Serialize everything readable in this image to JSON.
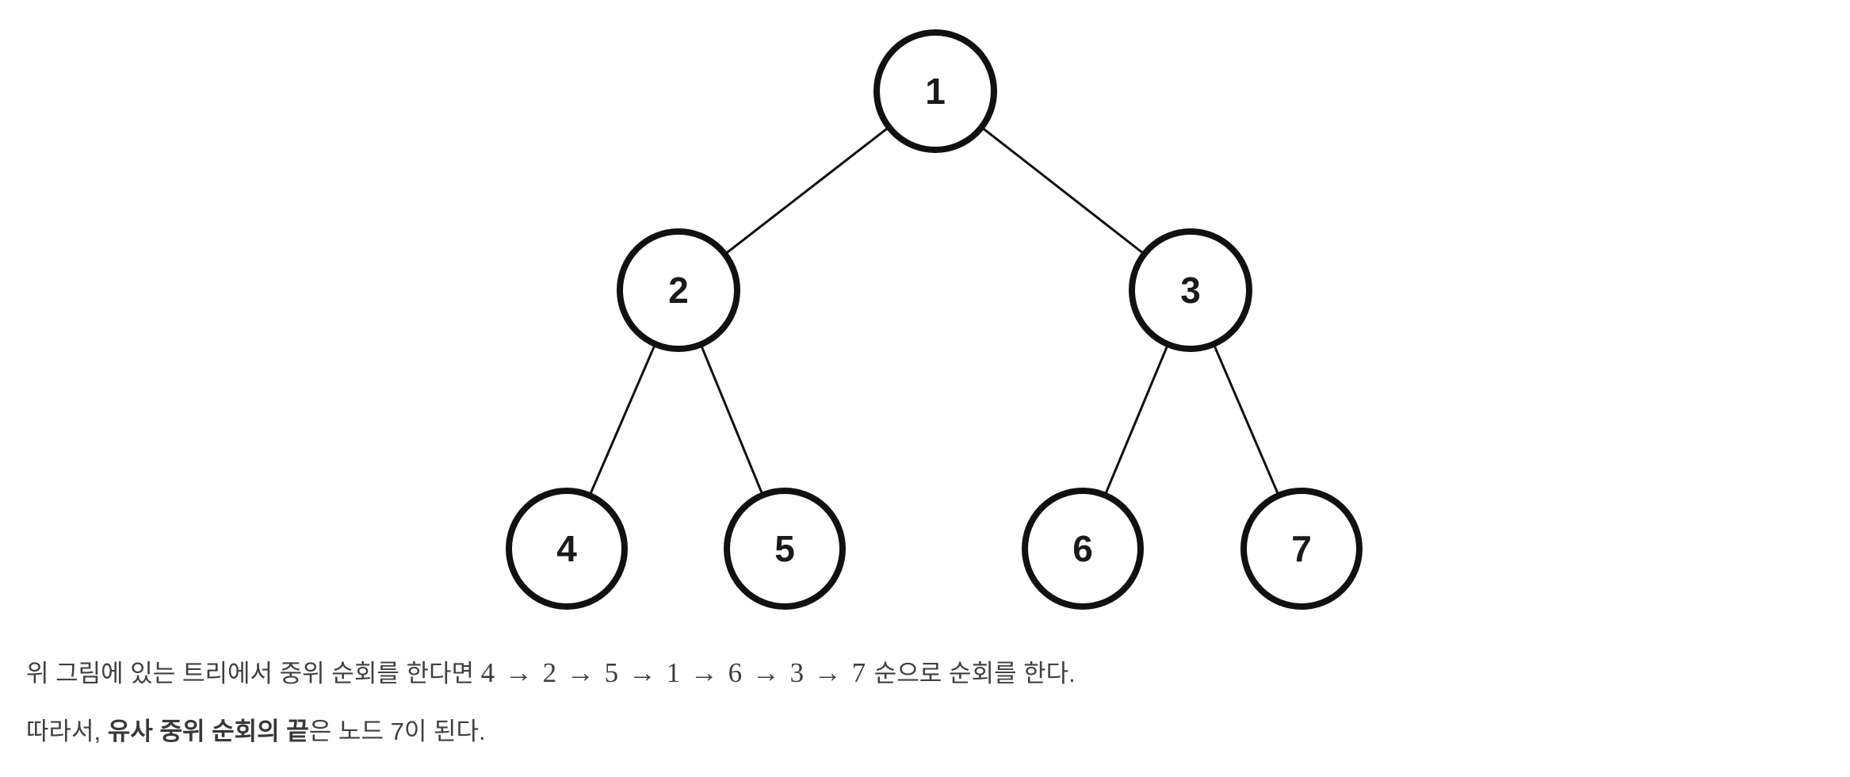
{
  "page": {
    "background": "#ffffff",
    "text_color": "#404040",
    "node_stroke_color": "#111111",
    "node_fill_color": "#ffffff"
  },
  "tree": {
    "description": "binary tree with 7 nodes, root 1",
    "nodes": [
      {
        "id": 1,
        "label": "1"
      },
      {
        "id": 2,
        "label": "2"
      },
      {
        "id": 3,
        "label": "3"
      },
      {
        "id": 4,
        "label": "4"
      },
      {
        "id": 5,
        "label": "5"
      },
      {
        "id": 6,
        "label": "6"
      },
      {
        "id": 7,
        "label": "7"
      }
    ],
    "edges": [
      {
        "from": 1,
        "to": 2
      },
      {
        "from": 1,
        "to": 3
      },
      {
        "from": 2,
        "to": 4
      },
      {
        "from": 2,
        "to": 5
      },
      {
        "from": 3,
        "to": 6
      },
      {
        "from": 3,
        "to": 7
      }
    ]
  },
  "paragraphs": {
    "traversal": {
      "prefix": "위 그림에 있는 트리에서 중위 순회를 한다면 ",
      "sequence": "4 → 2 → 5 → 1 → 6 → 3 → 7",
      "suffix": " 순으로 순회를 한다."
    },
    "conclusion": {
      "prefix": "따라서, ",
      "bold": "유사 중위 순회의 끝",
      "suffix": "은 노드 7이 된다."
    }
  }
}
